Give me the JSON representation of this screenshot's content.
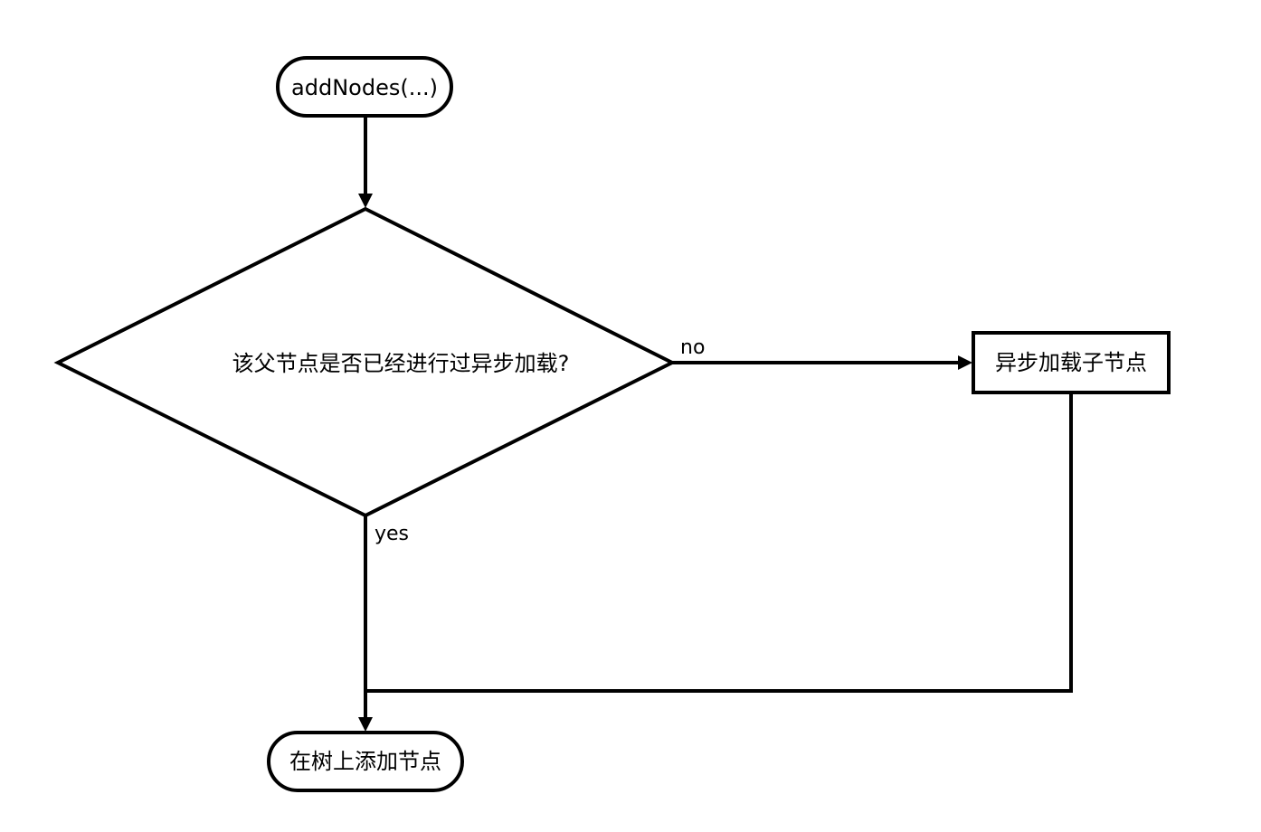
{
  "diagram": {
    "nodes": {
      "start": {
        "label": "addNodes(...)"
      },
      "decision": {
        "label": "该父节点是否已经进行过异步加载?"
      },
      "async_load": {
        "label": "异步加载子节点"
      },
      "add_to_tree": {
        "label": "在树上添加节点"
      }
    },
    "edges": {
      "no_label": "no",
      "yes_label": "yes"
    }
  }
}
